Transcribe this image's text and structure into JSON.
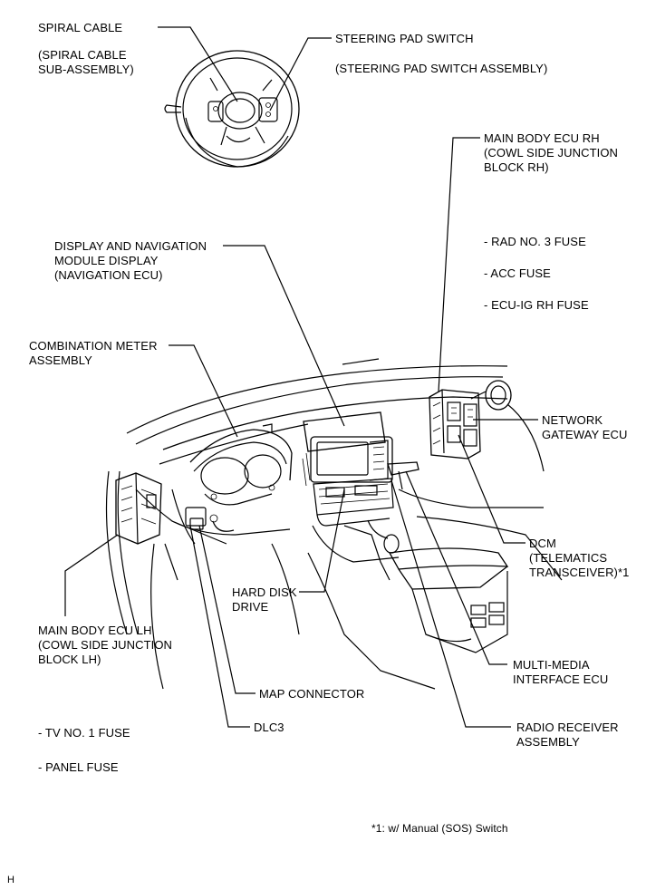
{
  "labels": {
    "spiral_cable": [
      "SPIRAL CABLE",
      "",
      "(SPIRAL CABLE",
      "SUB-ASSEMBLY)"
    ],
    "steering_pad_switch": [
      "STEERING PAD SWITCH",
      "",
      "(STEERING PAD SWITCH ASSEMBLY)"
    ],
    "main_body_ecu_rh": [
      "MAIN BODY ECU RH",
      "(COWL SIDE JUNCTION",
      "BLOCK RH)"
    ],
    "rh_fuses": [
      "- RAD NO. 3 FUSE",
      "- ACC FUSE",
      "- ECU-IG RH FUSE"
    ],
    "display_nav": [
      "DISPLAY AND NAVIGATION",
      "MODULE DISPLAY",
      "(NAVIGATION ECU)"
    ],
    "combination_meter": [
      "COMBINATION METER",
      "ASSEMBLY"
    ],
    "network_gateway": [
      "NETWORK",
      "GATEWAY ECU"
    ],
    "dcm": [
      "DCM",
      "(TELEMATICS",
      "TRANSCEIVER)*1"
    ],
    "hard_disk": [
      "HARD DISK",
      "DRIVE"
    ],
    "main_body_ecu_lh": [
      "MAIN BODY ECU LH",
      "(COWL SIDE JUNCTION",
      "BLOCK LH)"
    ],
    "multimedia": [
      "MULTI-MEDIA",
      "INTERFACE ECU"
    ],
    "map_connector": [
      "MAP CONNECTOR"
    ],
    "lh_fuses": [
      "- TV NO. 1 FUSE",
      "- PANEL FUSE"
    ],
    "dlc3": [
      "DLC3"
    ],
    "radio_receiver": [
      "RADIO RECEIVER",
      "ASSEMBLY"
    ]
  },
  "footnote": "*1: w/ Manual (SOS) Switch",
  "corner_mark": "H"
}
